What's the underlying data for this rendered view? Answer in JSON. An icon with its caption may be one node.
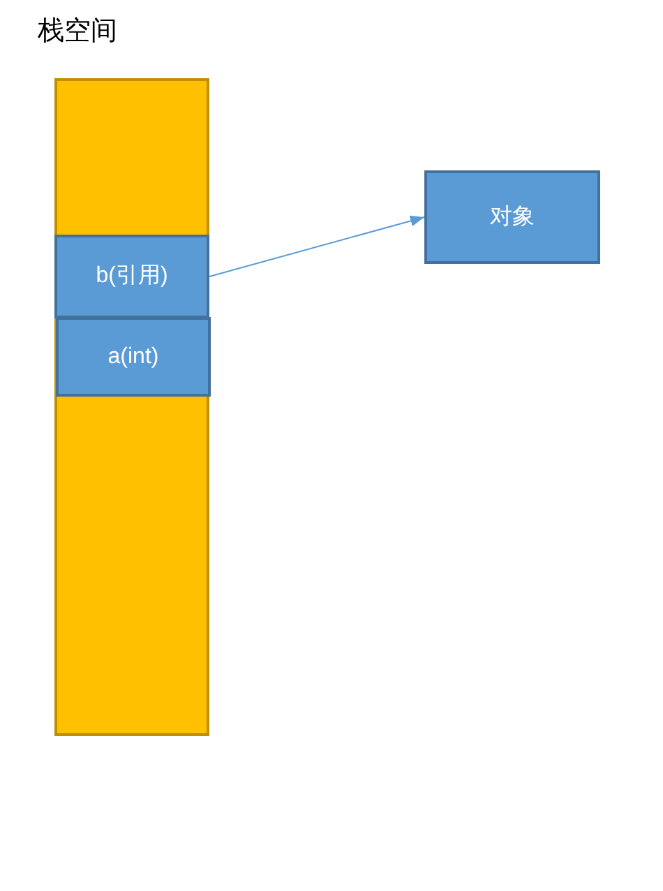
{
  "diagram": {
    "title": "栈空间",
    "nodes": [
      {
        "text": [],
        "shape": "bar"
      },
      {
        "text": [
          "b(引用)"
        ],
        "in": 0
      },
      {
        "text": [
          "a(int)"
        ],
        "in": 0
      },
      {
        "text": [
          "对象"
        ]
      }
    ],
    "edges": [
      {
        "from": 1,
        "to": 3,
        "arrow": "to"
      }
    ]
  }
}
